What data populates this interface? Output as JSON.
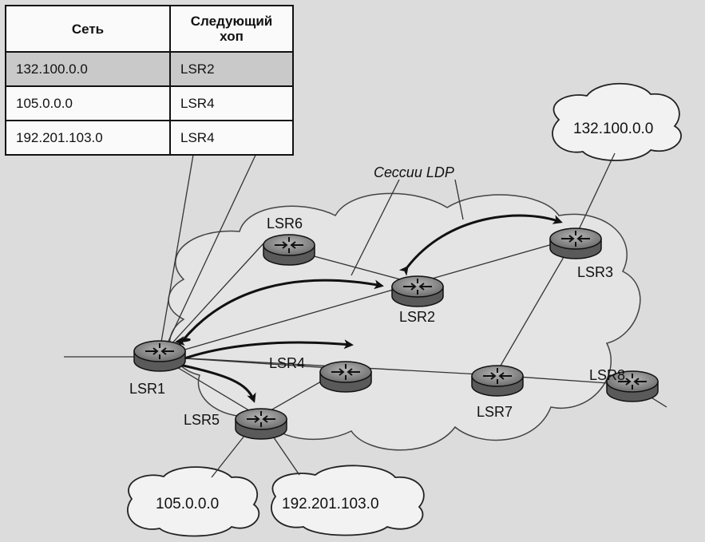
{
  "table": {
    "headers": [
      "Сеть",
      "Следующий хоп"
    ],
    "rows": [
      {
        "network": "132.100.0.0",
        "next_hop": "LSR2"
      },
      {
        "network": "105.0.0.0",
        "next_hop": "LSR4"
      },
      {
        "network": "192.201.103.0",
        "next_hop": "LSR4"
      }
    ]
  },
  "ldp_label": "Сессии LDP",
  "routers": {
    "lsr1": "LSR1",
    "lsr2": "LSR2",
    "lsr3": "LSR3",
    "lsr4": "LSR4",
    "lsr5": "LSR5",
    "lsr6": "LSR6",
    "lsr7": "LSR7",
    "lsr8": "LSR8"
  },
  "clouds": {
    "net_132": "132.100.0.0",
    "net_105": "105.0.0.0",
    "net_192": "192.201.103.0"
  },
  "colors": {
    "router_fill": "#8a8a8a",
    "line": "#111111",
    "background": "#dcdcdc"
  }
}
